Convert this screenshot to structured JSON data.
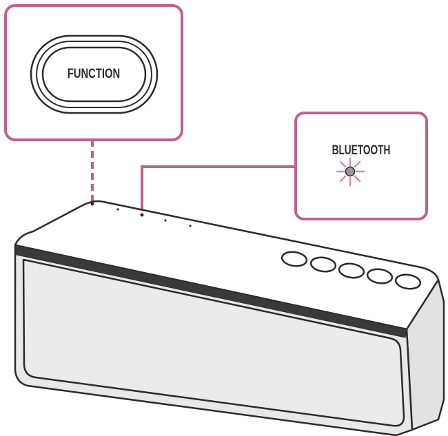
{
  "callouts": {
    "function": {
      "label": "FUNCTION"
    },
    "bluetooth": {
      "label": "BLUETOOTH"
    }
  },
  "colors": {
    "callout": "#c0608f",
    "outline": "#2a2a2a",
    "speaker_top": "#ffffff",
    "speaker_front": "#e8e8e8",
    "speaker_grille": "#ebebeb",
    "speaker_side": "#e2e2e2",
    "indicator_light": "#9a9a9a",
    "indicator_rays": "#d88aaa"
  },
  "icons": {
    "function_button": "rounded-pill-button",
    "bluetooth_indicator": "blinking-light",
    "speaker_buttons": "oval-buttons"
  }
}
